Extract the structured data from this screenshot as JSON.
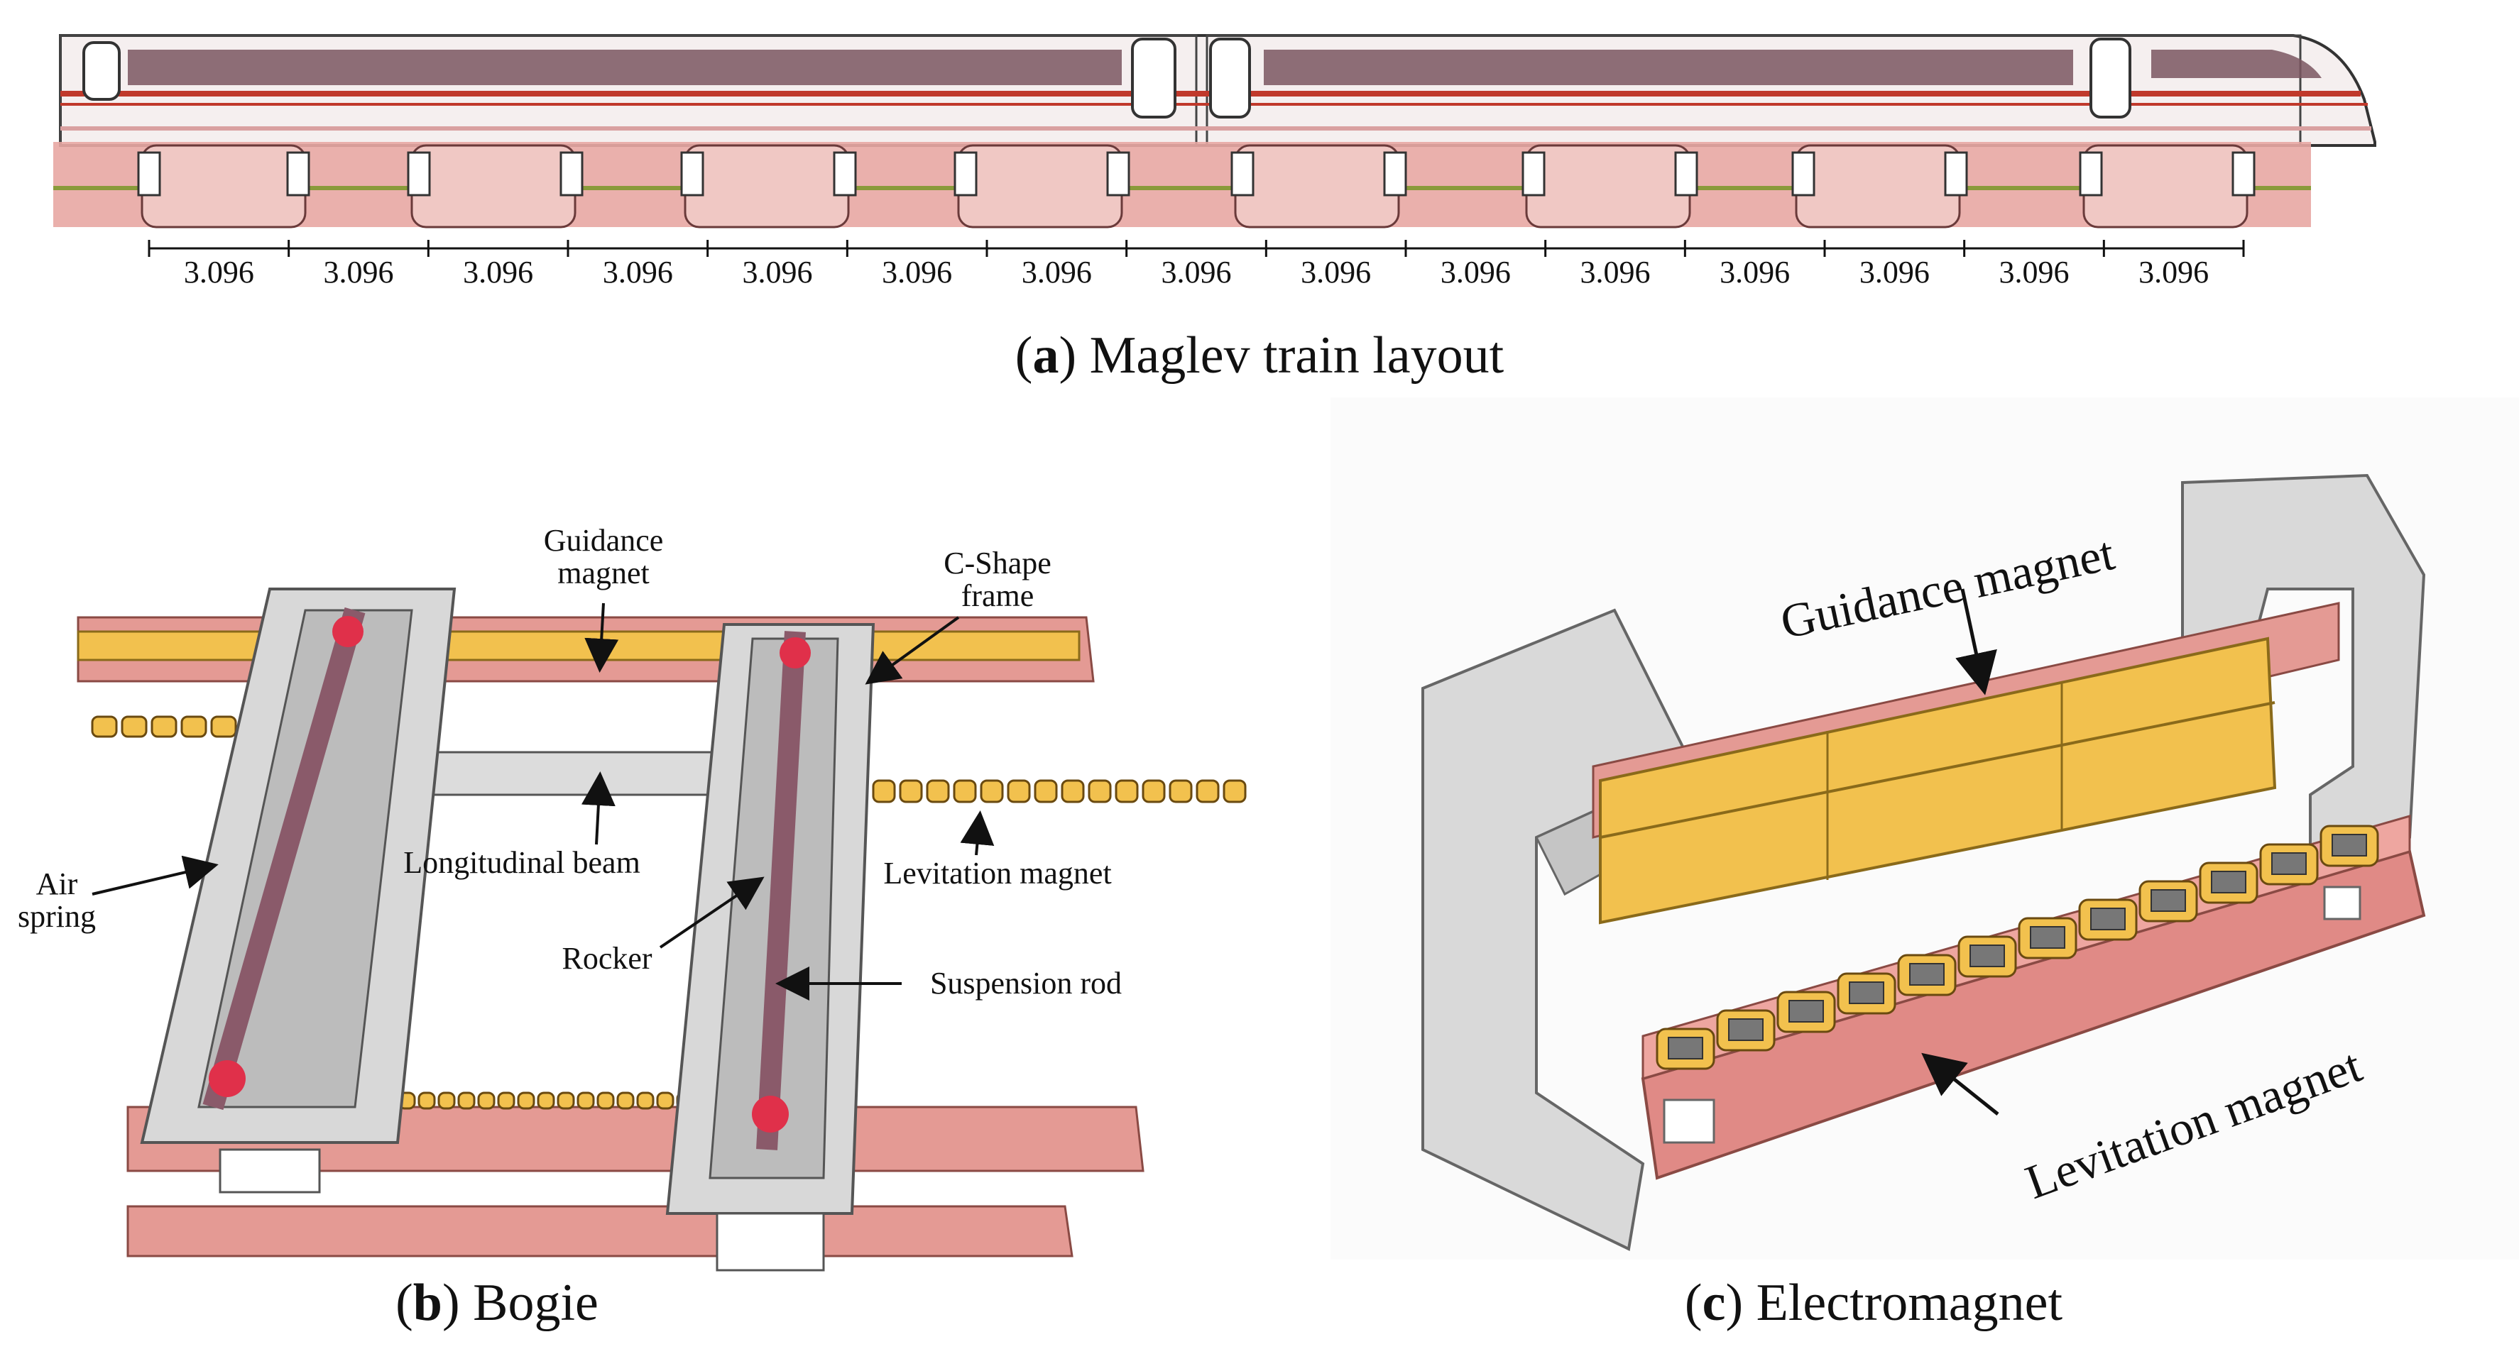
{
  "panel_a": {
    "caption_letter": "a",
    "caption_text": " Maglev train layout",
    "segments": [
      "3.096",
      "3.096",
      "3.096",
      "3.096",
      "3.096",
      "3.096",
      "3.096",
      "3.096",
      "3.096",
      "3.096",
      "3.096",
      "3.096",
      "3.096",
      "3.096",
      "3.096"
    ]
  },
  "panel_b": {
    "caption_letter": "b",
    "caption_text": " Bogie",
    "labels": {
      "guidance_line1": "Guidance",
      "guidance_line2": "magnet",
      "cshape_line1": "C-Shape",
      "cshape_line2": "frame",
      "longitudinal": "Longitudinal beam",
      "levitation": "Levitation magnet",
      "air_line1": "Air",
      "air_line2": "spring",
      "rocker": "Rocker",
      "suspension": "Suspension rod"
    }
  },
  "panel_c": {
    "caption_letter": "c",
    "caption_text": " Electromagnet",
    "labels": {
      "guidance": "Guidance magnet",
      "levitation": "Levitation magnet"
    }
  },
  "colors": {
    "train_body": "#f3eeee",
    "train_stripe": "#c0392b",
    "magnet_pink": "#e49a94",
    "magnet_yellow": "#f2c14e",
    "frame_grey": "#d8d8d8"
  }
}
